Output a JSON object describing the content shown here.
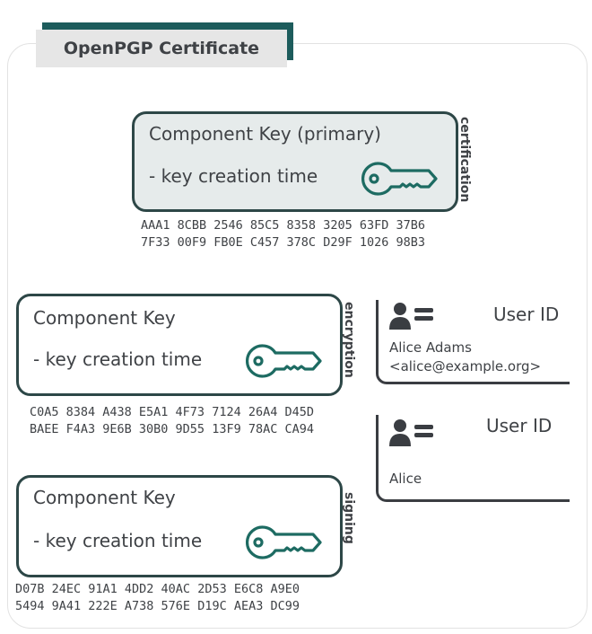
{
  "title": "OpenPGP Certificate",
  "primary": {
    "title": "Component Key (primary)",
    "detail": "- key creation time",
    "usage": "certification",
    "fingerprint": [
      "AAA1 8CBB 2546 85C5 8358 3205 63FD 37B6",
      "7F33 00F9 FB0E C457 378C D29F 1026 98B3"
    ]
  },
  "subkeys": [
    {
      "title": "Component Key",
      "detail": "- key creation time",
      "usage": "encryption",
      "fingerprint": [
        "C0A5 8384 A438 E5A1 4F73 7124 26A4 D45D",
        "BAEE F4A3 9E6B 30B0 9D55 13F9 78AC CA94"
      ]
    },
    {
      "title": "Component Key",
      "detail": "- key creation time",
      "usage": "signing",
      "fingerprint": [
        "D07B 24EC 91A1 4DD2 40AC 2D53 E6C8 A9E0",
        "5494 9A41 222E A738 576E D19C AEA3 DC99"
      ]
    }
  ],
  "user_ids": [
    {
      "title": "User ID",
      "lines": [
        "Alice Adams",
        "<alice@example.org>"
      ]
    },
    {
      "title": "User ID",
      "lines": [
        "Alice"
      ]
    }
  ],
  "colors": {
    "accent": "#1d6b62",
    "border": "#2d4747",
    "header": "#1d5c5c"
  }
}
